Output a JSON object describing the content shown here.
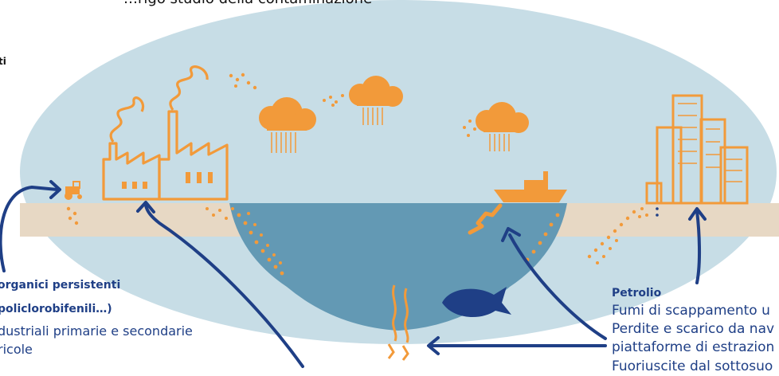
{
  "caption": {
    "top": "…rigo studio della contaminazione",
    "left_stub": "ti"
  },
  "left_panel": {
    "title": "organici persistenti",
    "subtitle": "policlorobifenili…)",
    "lines": [
      "dustriali primarie e secondarie",
      "ricole"
    ]
  },
  "right_panel": {
    "title": "Petrolio",
    "lines": [
      "Fumi di scappamento u",
      "Perdite e scarico da nav",
      "piattaforme di estrazion",
      "Fuoriuscite dal sottosuo"
    ]
  },
  "colors": {
    "sky": "#c7dde6",
    "land": "#e7d8c4",
    "sea": "#6399b4",
    "orange": "#f29a3a",
    "navy": "#1f3f86"
  },
  "icons": [
    "factory-icon",
    "tractor-icon",
    "cloud-rain-icon",
    "ship-icon",
    "fish-icon",
    "city-icon",
    "seep-icon",
    "arrow-icon"
  ]
}
